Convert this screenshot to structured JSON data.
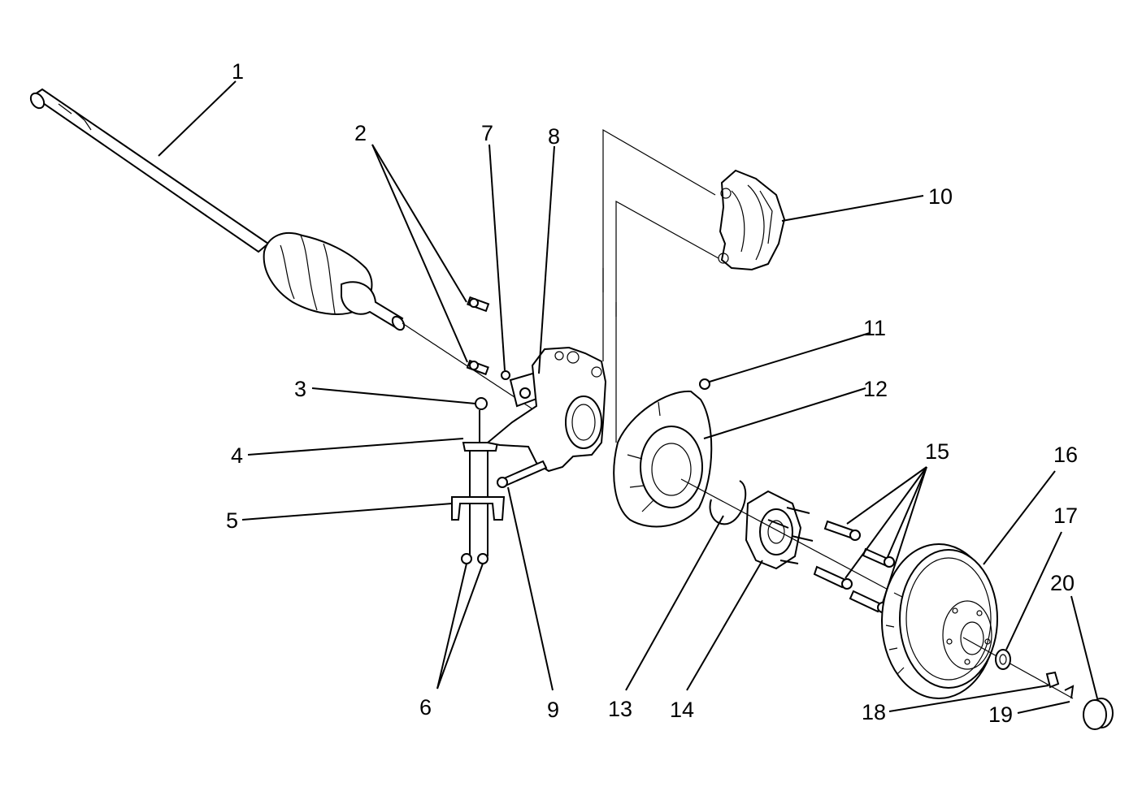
{
  "diagram": {
    "callouts": [
      {
        "id": "1",
        "label": "1"
      },
      {
        "id": "2",
        "label": "2"
      },
      {
        "id": "3",
        "label": "3"
      },
      {
        "id": "4",
        "label": "4"
      },
      {
        "id": "5",
        "label": "5"
      },
      {
        "id": "6",
        "label": "6"
      },
      {
        "id": "7",
        "label": "7"
      },
      {
        "id": "8",
        "label": "8"
      },
      {
        "id": "9",
        "label": "9"
      },
      {
        "id": "10",
        "label": "10"
      },
      {
        "id": "11",
        "label": "11"
      },
      {
        "id": "12",
        "label": "12"
      },
      {
        "id": "13",
        "label": "13"
      },
      {
        "id": "14",
        "label": "14"
      },
      {
        "id": "15",
        "label": "15"
      },
      {
        "id": "16",
        "label": "16"
      },
      {
        "id": "17",
        "label": "17"
      },
      {
        "id": "18",
        "label": "18"
      },
      {
        "id": "19",
        "label": "19"
      },
      {
        "id": "20",
        "label": "20"
      }
    ],
    "colors": {
      "line": "#000000",
      "background": "#ffffff"
    }
  }
}
